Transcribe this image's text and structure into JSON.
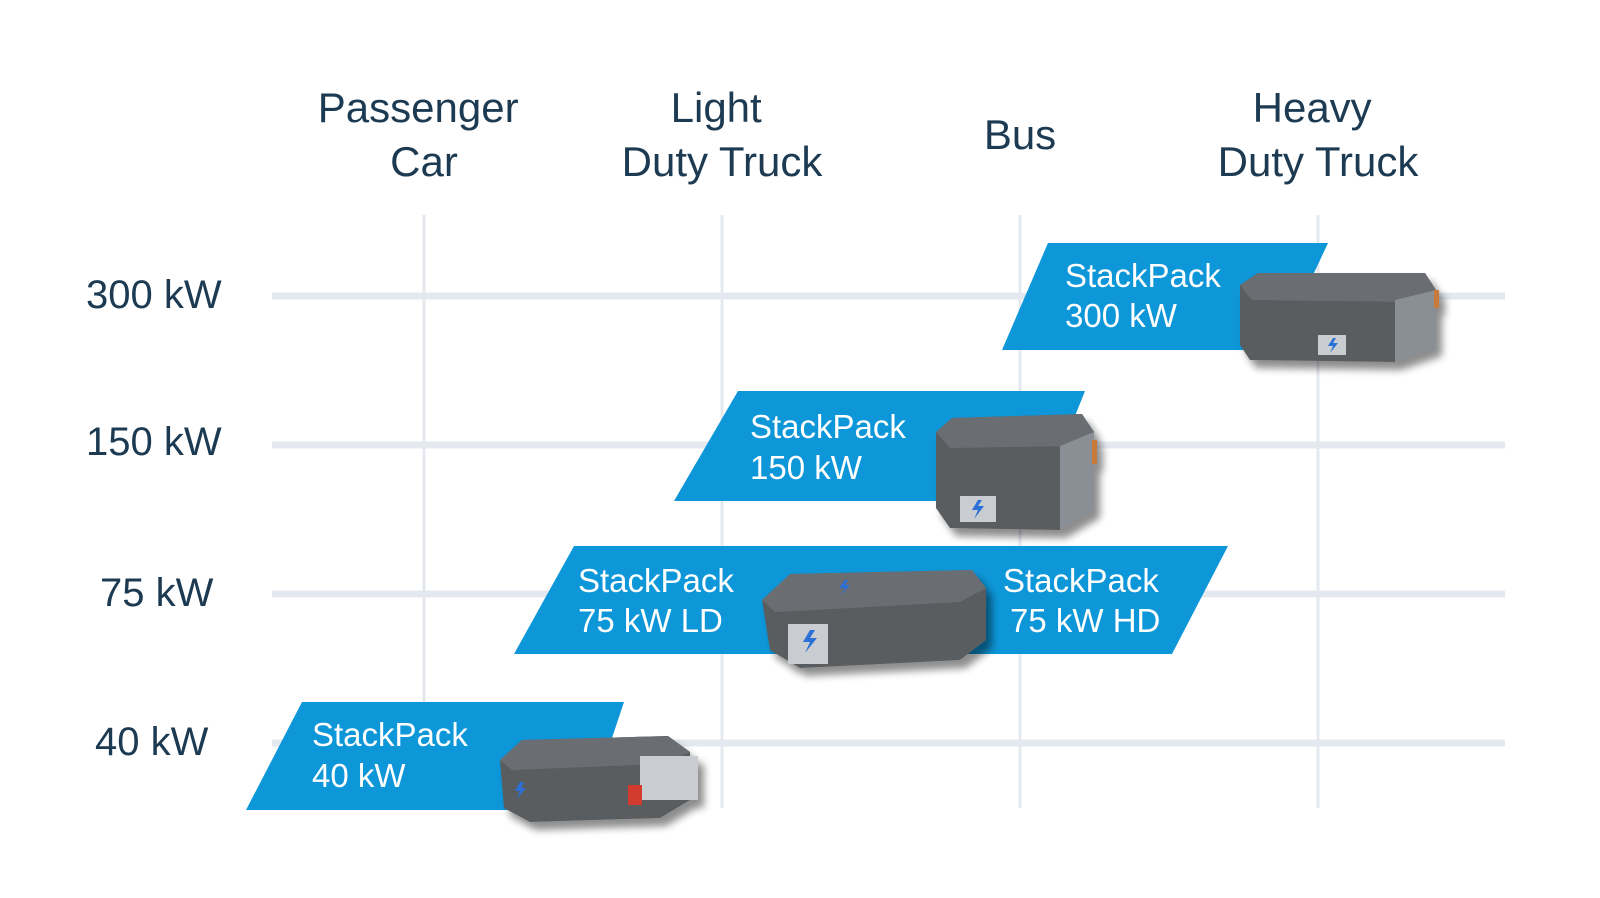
{
  "columns": [
    {
      "lines": [
        "Passenger",
        "Car"
      ]
    },
    {
      "lines": [
        "Light",
        "Duty Truck"
      ]
    },
    {
      "lines": [
        "Bus"
      ]
    },
    {
      "lines": [
        "Heavy",
        "Duty Truck"
      ]
    }
  ],
  "rows": [
    {
      "label": "300 kW"
    },
    {
      "label": "150 kW"
    },
    {
      "label": "75 kW"
    },
    {
      "label": "40 kW"
    }
  ],
  "products": [
    {
      "lines": [
        "StackPack",
        "300 kW"
      ]
    },
    {
      "lines": [
        "StackPack",
        "150 kW"
      ]
    },
    {
      "lines": [
        "StackPack",
        "75 kW LD"
      ]
    },
    {
      "lines": [
        "StackPack",
        "75 kW HD"
      ]
    },
    {
      "lines": [
        "StackPack",
        "40 kW"
      ]
    }
  ],
  "colors": {
    "band": "#0d96d8",
    "text_dark": "#1c3a52",
    "grid": "#e4e8ef",
    "unit_body": "#5a5d61",
    "unit_top": "#6b6e72",
    "unit_side": "#8a8f96",
    "logo": "#2b6fd6"
  },
  "icons": {
    "fuel_cell_unit": "stackpack-module-render"
  }
}
